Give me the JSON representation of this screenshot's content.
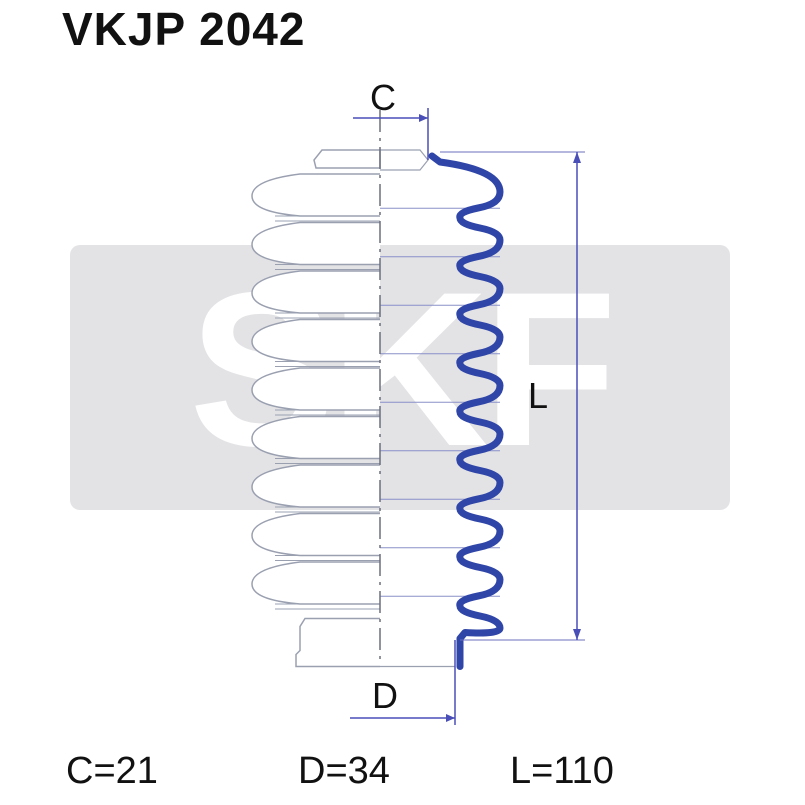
{
  "part_number": "VKJP 2042",
  "watermark_text": "SKF",
  "dimension_labels": {
    "c": "C",
    "d": "D",
    "l": "L"
  },
  "specs": [
    {
      "name": "C",
      "value": "21",
      "text": "C=21"
    },
    {
      "name": "D",
      "value": "34",
      "text": "D=34"
    },
    {
      "name": "L",
      "value": "110",
      "text": "L=110"
    }
  ],
  "colors": {
    "watermark": "#e3e3e6",
    "boot_fill": "#ffffff",
    "outline": "#9aa0b0",
    "profile_blue": "#2f45a8",
    "dimension_line": "#4a4fb8",
    "text": "#111111"
  },
  "bellows": {
    "convolutions": 9
  }
}
